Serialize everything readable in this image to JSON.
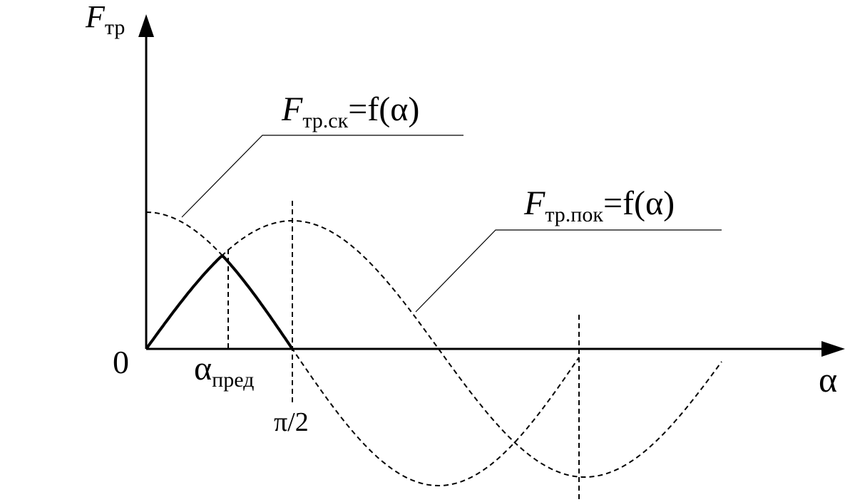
{
  "axes": {
    "y_label": "F",
    "y_label_sub": "тр",
    "x_label": "α",
    "origin_label": "0"
  },
  "annotations": {
    "alpha_pred": "α",
    "alpha_pred_sub": "пред",
    "pi_half": "π/2"
  },
  "curves": {
    "sliding": {
      "name_main": "F",
      "name_sub": "тр.ск",
      "name_rest": "=f(α)"
    },
    "rest": {
      "name_main": "F",
      "name_sub": "тр.пок",
      "name_rest": "=f(α)"
    }
  },
  "colors": {
    "stroke": "#000000",
    "background": "#ffffff"
  }
}
